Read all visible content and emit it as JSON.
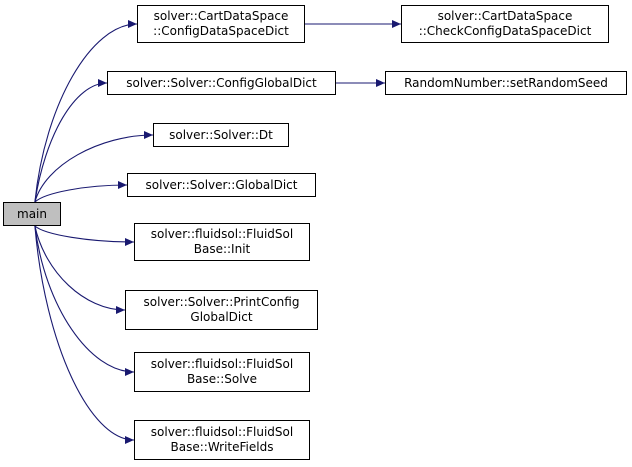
{
  "graph": {
    "colors": {
      "edge": "#191970",
      "root_fill": "#bfbfbf",
      "node_border": "#000000"
    },
    "root": {
      "id": "main",
      "lines": [
        "main"
      ]
    },
    "nodes": [
      {
        "id": "cartdataspace-configdataspacedict",
        "lines": [
          "solver::CartDataSpace",
          "::ConfigDataSpaceDict"
        ]
      },
      {
        "id": "cartdataspace-checkconfigdataspacedict",
        "lines": [
          "solver::CartDataSpace",
          "::CheckConfigDataSpaceDict"
        ]
      },
      {
        "id": "solver-configglobaldict",
        "lines": [
          "solver::Solver::ConfigGlobalDict"
        ]
      },
      {
        "id": "randomnumber-setrandomseed",
        "lines": [
          "RandomNumber::setRandomSeed"
        ]
      },
      {
        "id": "solver-dt",
        "lines": [
          "solver::Solver::Dt"
        ]
      },
      {
        "id": "solver-globaldict",
        "lines": [
          "solver::Solver::GlobalDict"
        ]
      },
      {
        "id": "fluidsolbase-init",
        "lines": [
          "solver::fluidsol::FluidSol",
          "Base::Init"
        ]
      },
      {
        "id": "solver-printconfigglobaldict",
        "lines": [
          "solver::Solver::PrintConfig",
          "GlobalDict"
        ]
      },
      {
        "id": "fluidsolbase-solve",
        "lines": [
          "solver::fluidsol::FluidSol",
          "Base::Solve"
        ]
      },
      {
        "id": "fluidsolbase-writefields",
        "lines": [
          "solver::fluidsol::FluidSol",
          "Base::WriteFields"
        ]
      }
    ],
    "edges": [
      {
        "from": "main",
        "to": "cartdataspace-configdataspacedict"
      },
      {
        "from": "cartdataspace-configdataspacedict",
        "to": "cartdataspace-checkconfigdataspacedict"
      },
      {
        "from": "main",
        "to": "solver-configglobaldict"
      },
      {
        "from": "solver-configglobaldict",
        "to": "randomnumber-setrandomseed"
      },
      {
        "from": "main",
        "to": "solver-dt"
      },
      {
        "from": "main",
        "to": "solver-globaldict"
      },
      {
        "from": "main",
        "to": "fluidsolbase-init"
      },
      {
        "from": "main",
        "to": "solver-printconfigglobaldict"
      },
      {
        "from": "main",
        "to": "fluidsolbase-solve"
      },
      {
        "from": "main",
        "to": "fluidsolbase-writefields"
      }
    ]
  }
}
